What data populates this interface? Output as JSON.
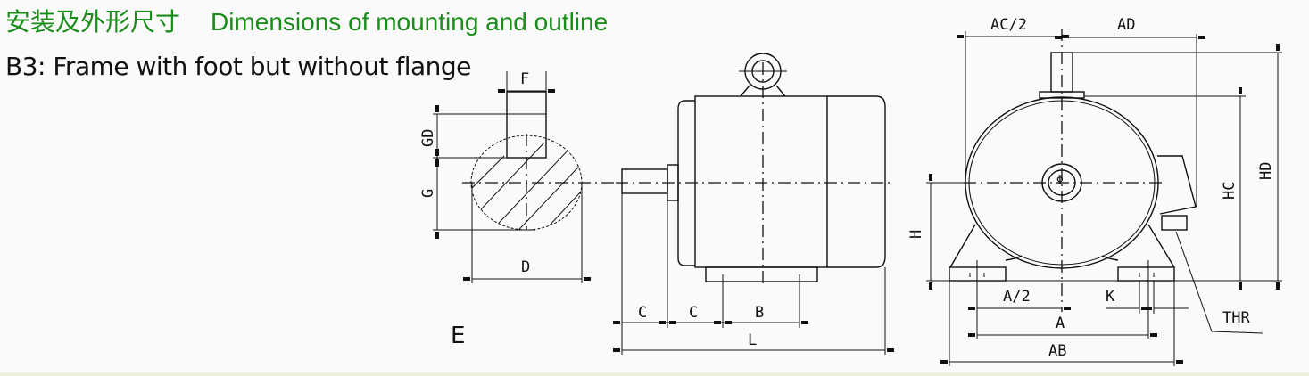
{
  "header": {
    "title_cn": "安装及外形尺寸",
    "title_en": "Dimensions of mounting and outline",
    "subtitle": "B3: Frame with foot but without flange"
  },
  "views": {
    "shaft_section_label": "E"
  },
  "dimensions": {
    "F": "F",
    "GD": "GD",
    "G": "G",
    "D": "D",
    "C1": "C",
    "C2": "C",
    "B": "B",
    "L": "L",
    "AC_half": "AC/2",
    "AD": "AD",
    "HD": "HD",
    "HC": "HC",
    "H": "H",
    "A_half": "A/2",
    "A": "A",
    "AB": "AB",
    "K": "K",
    "THR": "THR"
  },
  "colors": {
    "title": "#1a8c1a",
    "line": "#111111",
    "background": "#fafafa"
  }
}
